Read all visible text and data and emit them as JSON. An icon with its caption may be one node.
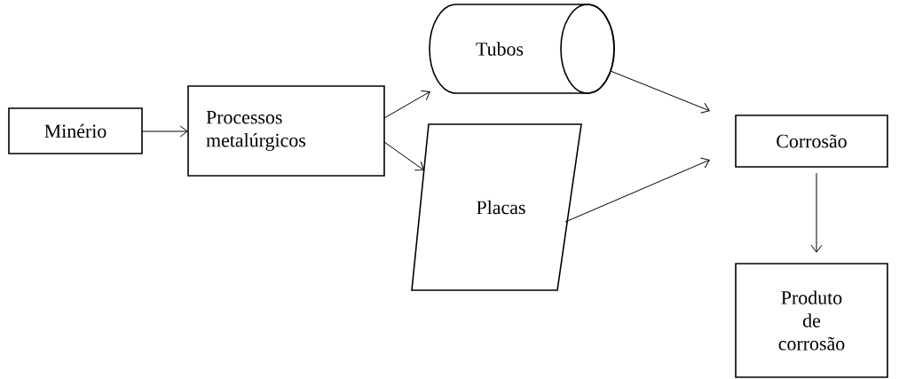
{
  "diagram": {
    "nodes": [
      {
        "text": [
          "Minério"
        ]
      },
      {
        "text": [
          "Processos metalúrgicos"
        ]
      },
      {
        "text": [
          "Tubos"
        ]
      },
      {
        "text": [
          "Placas"
        ]
      },
      {
        "text": [
          "Corrosão"
        ]
      },
      {
        "text": [
          "Produto de corrosão"
        ]
      }
    ],
    "edges": [
      {
        "from": 0,
        "to": 1,
        "arrow": "to"
      },
      {
        "from": 1,
        "to": 2,
        "arrow": "to"
      },
      {
        "from": 1,
        "to": 3,
        "arrow": "to"
      },
      {
        "from": 2,
        "to": 4,
        "arrow": "to"
      },
      {
        "from": 3,
        "to": 4,
        "arrow": "to"
      },
      {
        "from": 4,
        "to": 5,
        "arrow": "to"
      }
    ]
  }
}
